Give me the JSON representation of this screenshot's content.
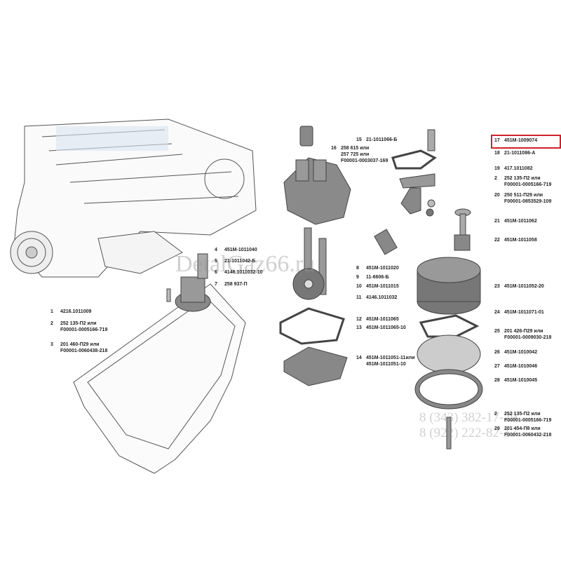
{
  "watermark": {
    "site": "DetalGaz66.ru",
    "phone1": "8 (343) 382-17-29",
    "phone2": "8 (922) 222-82-17"
  },
  "highlight_color": "#d0202a",
  "callouts": [
    {
      "num": "1",
      "codes": [
        "4216.1011009"
      ]
    },
    {
      "num": "2",
      "codes": [
        "252 135-П2 или",
        "F00001-0005166-719"
      ]
    },
    {
      "num": "3",
      "codes": [
        "201 460-П29 или",
        "F00001-0060438-218"
      ]
    },
    {
      "num": "4",
      "codes": [
        "451М-1011040"
      ]
    },
    {
      "num": "5",
      "codes": [
        "21-1011042-Б"
      ]
    },
    {
      "num": "6",
      "codes": [
        "4146.1011032-10"
      ]
    },
    {
      "num": "7",
      "codes": [
        "258 937-П"
      ]
    },
    {
      "num": "8",
      "codes": [
        "451М-1011020"
      ]
    },
    {
      "num": "9",
      "codes": [
        "11-6606-Б"
      ]
    },
    {
      "num": "10",
      "codes": [
        "451М-1011015"
      ]
    },
    {
      "num": "11",
      "codes": [
        "4146.1011032"
      ]
    },
    {
      "num": "12",
      "codes": [
        "451М-1011065"
      ]
    },
    {
      "num": "13",
      "codes": [
        "451М-1011065-10"
      ]
    },
    {
      "num": "14",
      "codes": [
        "451М-1011051-11или",
        "451М-1011051-10"
      ]
    },
    {
      "num": "15",
      "codes": [
        "21-1011066-Б"
      ]
    },
    {
      "num": "16",
      "codes": [
        "258 615 или",
        "257 725 или",
        "F00001-0003037-169"
      ]
    },
    {
      "num": "17",
      "codes": [
        "451М-1009074"
      ],
      "highlighted": true
    },
    {
      "num": "18",
      "codes": [
        "21-1011086-А"
      ]
    },
    {
      "num": "19",
      "codes": [
        "417.1011082"
      ]
    },
    {
      "num": "2",
      "codes": [
        "252 135-П2 или",
        "F00001-0005166-719"
      ]
    },
    {
      "num": "20",
      "codes": [
        "250 511-П29 или",
        "F00001-0853529-109"
      ]
    },
    {
      "num": "21",
      "codes": [
        "451М-1011062"
      ]
    },
    {
      "num": "22",
      "codes": [
        "451М-1011058"
      ]
    },
    {
      "num": "23",
      "codes": [
        "451М-1011052-20"
      ]
    },
    {
      "num": "24",
      "codes": [
        "451М-1011071-01"
      ]
    },
    {
      "num": "25",
      "codes": [
        "201 426-П29 или",
        "F00001-0009030-218"
      ]
    },
    {
      "num": "26",
      "codes": [
        "451М-1010042"
      ]
    },
    {
      "num": "27",
      "codes": [
        "451М-1010046"
      ]
    },
    {
      "num": "28",
      "codes": [
        "451М-1010045"
      ]
    },
    {
      "num": "2",
      "codes": [
        "252 135-П2 или",
        "F00001-0005166-719"
      ]
    },
    {
      "num": "29",
      "codes": [
        "201 454-П8 или",
        "F00001-0060432-218"
      ]
    }
  ]
}
